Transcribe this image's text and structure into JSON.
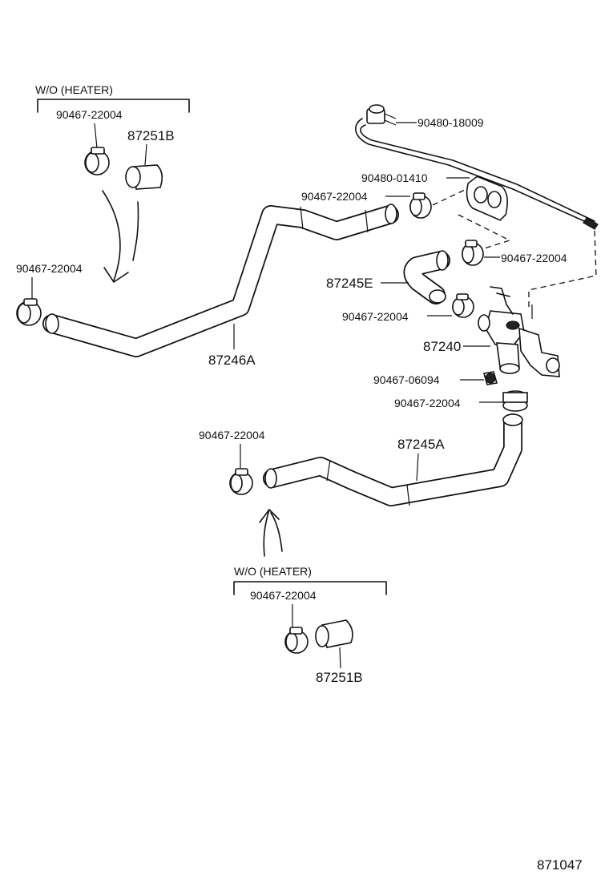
{
  "diagram": {
    "group_top": {
      "condition": "W/O (HEATER)",
      "clamp_part": "90467-22004",
      "hose_part": "87251B"
    },
    "group_bottom": {
      "condition": "W/O (HEATER)",
      "clamp_part": "90467-22004",
      "hose_part": "87251B"
    },
    "labels": {
      "cable": "90480-18009",
      "grommet": "90480-01410",
      "clamp_a": "90467-22004",
      "clamp_b": "90467-22004",
      "clamp_left": "90467-22004",
      "hose_e": "87245E",
      "clamp_c": "90467-22004",
      "valve": "87240",
      "screw": "90467-06094",
      "clamp_d": "90467-22004",
      "hose_main": "87246A",
      "clamp_lower": "90467-22004",
      "hose_a": "87245A"
    },
    "figure_number": "871047"
  }
}
